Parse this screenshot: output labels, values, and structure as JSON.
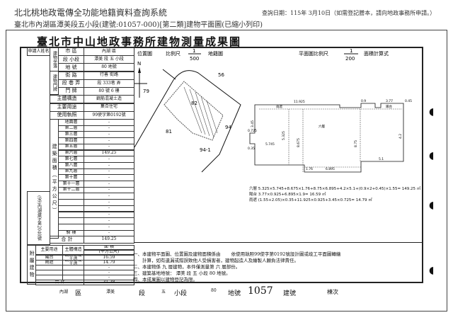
{
  "header": {
    "system": "北北桃地政電傳全功能地籍資料查詢系統",
    "subtitle": "臺北市內湖區潭美段五小段(建號:01057-000)[第二類]建物平面圖(已縮小列印)",
    "query_date": "查詢日期：115年 3月10日（如需登記謄本，請向地政事務所申請。）"
  },
  "doc": {
    "title": "臺北市中山地政事務所建物測量成果圖",
    "applicant_label": "申請人姓名",
    "location_label": "建物坐落",
    "doorplate_label": "建物門牌",
    "rows": [
      {
        "label": "市 區",
        "value": "內湖 區"
      },
      {
        "label": "段 小段",
        "value": "潭美 段 五 小段"
      },
      {
        "label": "地 號",
        "value": "80 地號"
      },
      {
        "label": "街 路",
        "value": "行善 街路"
      },
      {
        "label": "段 巷 弄",
        "value": "段 333巷 弄"
      },
      {
        "label": "門 牌",
        "value": "80 號 6 樓"
      }
    ],
    "structure_label": "主體構造",
    "structure": "鋼筋混凝土造",
    "use_label": "主要用途",
    "use": "集合住宅",
    "license_label": "使用執照",
    "license": "99使字第0192號",
    "area_label": "建築面積（平方公尺）",
    "floors": [
      {
        "label": "地面層",
        "value": "-"
      },
      {
        "label": "第二層",
        "value": "-"
      },
      {
        "label": "第三層",
        "value": "-"
      },
      {
        "label": "第四層",
        "value": "-"
      },
      {
        "label": "第五層",
        "value": "-"
      },
      {
        "label": "第六層",
        "value": "149.25"
      },
      {
        "label": "第七層",
        "value": "-"
      },
      {
        "label": "第八層",
        "value": "-"
      },
      {
        "label": "第九層",
        "value": "-"
      },
      {
        "label": "第十層",
        "value": "-"
      },
      {
        "label": "第十一層",
        "value": "-"
      },
      {
        "label": "第十二層",
        "value": "-"
      },
      {
        "label": "",
        "value": "-"
      },
      {
        "label": "",
        "value": "-"
      },
      {
        "label": "",
        "value": "-"
      },
      {
        "label": "",
        "value": "-"
      },
      {
        "label": "",
        "value": "-"
      },
      {
        "label": "",
        "value": "-"
      }
    ],
    "arcade_label": "騎 樓",
    "arcade": "-",
    "total_label": "合 計",
    "total": "149.25",
    "permit_side": "(99)內湖建字第2040號",
    "annex_label": "附屬建物",
    "annex_use_h": "主要用途",
    "annex_struct_h": "主體構造",
    "annex_area_h": "面 積",
    "annex_area_unit": "(平方公尺)",
    "annex": [
      {
        "use": "陽台",
        "struct": "鋼筋混凝土造",
        "area": "16.59"
      },
      {
        "use": "雨遮",
        "struct": "鋼筋混凝土造",
        "area": "14.79"
      },
      {
        "use": "",
        "struct": "",
        "area": "-"
      },
      {
        "use": "",
        "struct": "",
        "area": "-"
      },
      {
        "use": "",
        "struct": "",
        "area": "-"
      }
    ],
    "annex_total_label": "合 計",
    "annex_total": "31.38",
    "loc_map": "位置圖",
    "scale": "比例尺",
    "scale1": "1",
    "scale1d": "500",
    "cadastral": "地籍圖",
    "north": "N",
    "lots": [
      "56",
      "79",
      "82",
      "81",
      "94",
      "94-1"
    ],
    "plan_scale_label": "平面圖比例尺",
    "scale2": "1",
    "scale2d": "200",
    "calc_label": "面積計算式",
    "dims": [
      "11.925",
      "5.325",
      "8.675",
      "8.75",
      "4.2",
      "5.745",
      "1.76",
      "6.895",
      "5.1",
      "3.77",
      "0.9",
      "0.725",
      "3.45",
      "0.45",
      "0.35"
    ],
    "room_labels": {
      "main": "六層",
      "balcony": "陽台",
      "eave": "雨遮"
    },
    "formulas": [
      "六層 5.325×5.745+8.675×1.76+8.75×6.895+4.2×5.1+(0.9×2+0.45)×1.55= 149.25 ㎡",
      "陽台 3.77×0.925+6.895×1.9= 16.59 ㎡",
      "雨遮 (1.55+2.05)×0.35+11.925×0.925+3.45×0.725= 14.79 ㎡"
    ],
    "notes": [
      "一、本建物平面圖、位置圖及建物面積係由 　　依使用執照99使字第0192號設計圖或竣工平面圖轉繪",
      "　　計算，如有遺漏或錯誤致他人受損害者，建物起造人及繪製人願負法律責任。",
      "二、本建物係 九 層建物，本件僅測量第 六 層部份。",
      "三、建築基地地號： 潭美 段 五 小段 80 地號。",
      "四、本成果圖以建物登記為限。"
    ],
    "footer": {
      "district": "內湖",
      "district_l": "區",
      "section": "潭美",
      "section_l": "段",
      "sub": "五",
      "sub_l": "小段",
      "lot": "80",
      "lot_l": "地號",
      "bno": "1057",
      "bno_l": "建號",
      "bldg_l": "棟次"
    }
  }
}
